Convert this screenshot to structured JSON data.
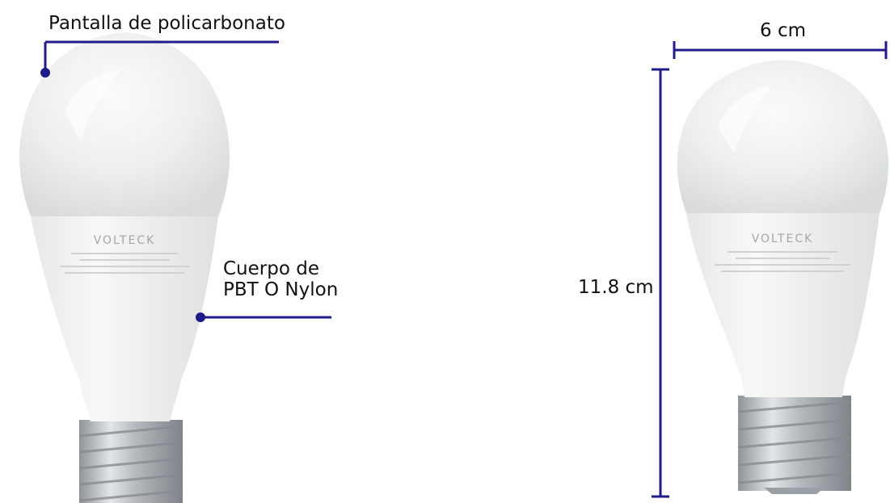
{
  "colors": {
    "accent": "#1f1b8a",
    "text": "#111111",
    "glass": "#eef0ef",
    "body": "#f4f5f3",
    "metal": "#c7cbcf"
  },
  "left_bulb": {
    "brand": "VOLTECK",
    "callouts": {
      "shade": "Pantalla de policarbonato",
      "body_line1": "Cuerpo de",
      "body_line2": "PBT O Nylon"
    }
  },
  "right_bulb": {
    "brand": "VOLTECK",
    "dimensions": {
      "width": "6 cm",
      "height": "11.8 cm"
    }
  }
}
